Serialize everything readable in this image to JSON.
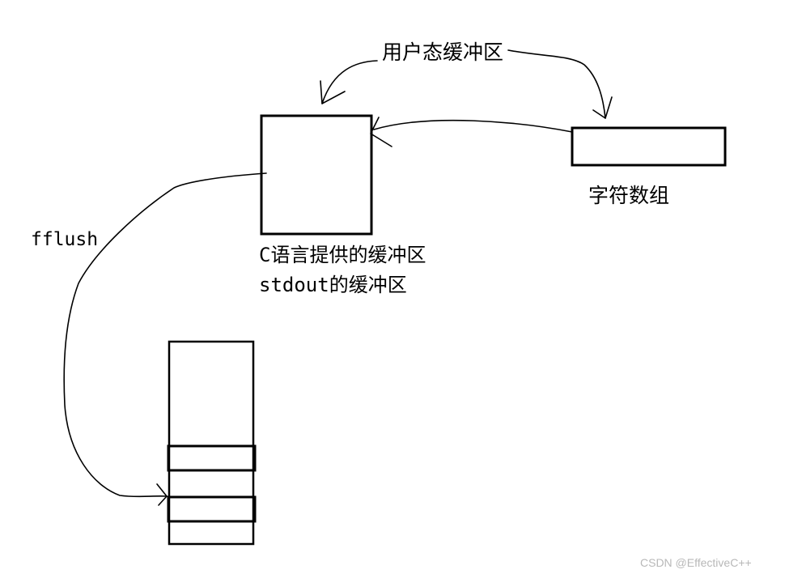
{
  "labels": {
    "user_buffer": "用户态缓冲区",
    "char_array": "字符数组",
    "fflush": "fflush",
    "c_buffer_prefix": "C",
    "c_buffer_rest": "语言提供的缓冲区",
    "stdout_prefix": "stdout",
    "stdout_rest": "的缓冲区"
  },
  "watermark": "CSDN @EffectiveC++",
  "colors": {
    "ink": "#000000",
    "background": "#ffffff",
    "watermark": "#b8b8b8"
  }
}
